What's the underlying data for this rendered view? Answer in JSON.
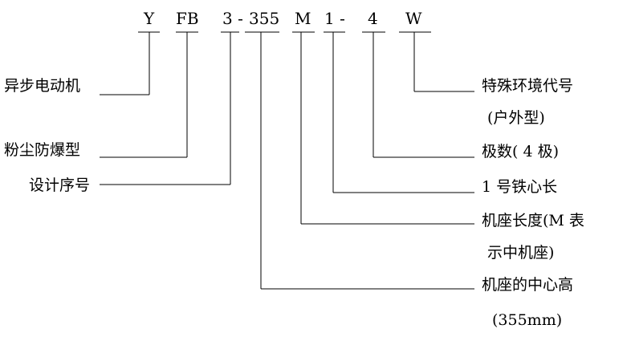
{
  "model_code": {
    "y": "Y",
    "fb": "FB",
    "seq": "3 -",
    "height": "355",
    "frame": "M",
    "core": "1 -",
    "poles": "4",
    "env": "W"
  },
  "labels": {
    "motor_type": "异步电动机",
    "dust_explosion": "粉尘防爆型",
    "design_seq": "设计序号",
    "special_env_line1": "特殊环境代号",
    "special_env_line2": "(户外型)",
    "poles": "极数( 4 极)",
    "core_length": "1 号铁心长",
    "frame_len_line1": "机座长度(M  表",
    "frame_len_line2": "示中机座)",
    "center_height_line1": "机座的中心高",
    "center_height_line2": "(355mm)"
  }
}
